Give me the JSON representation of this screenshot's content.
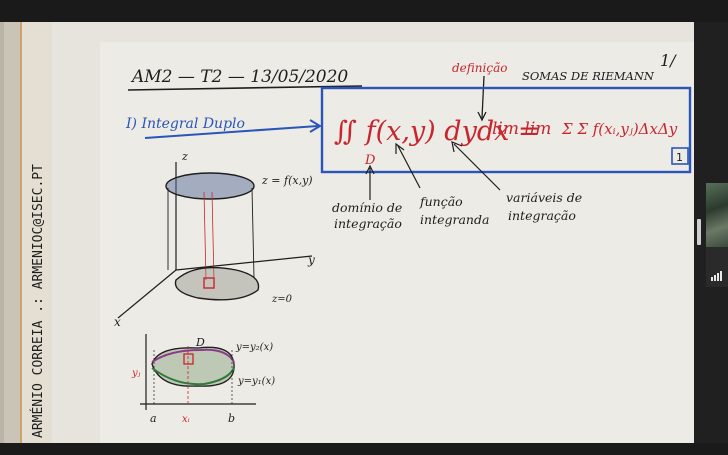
{
  "slide": {
    "heading": "AM2 — T2 — 13/05/2020",
    "page_num": "1/",
    "topic": "I) Integral Duplo",
    "label_definicao": "definição",
    "label_riemann": "SOMAS DE RIEMANN",
    "formula_main": "∬ f(x,y) dydx =",
    "formula_domain": "D",
    "formula_limits": "lim lim",
    "formula_sum": "Σ Σ f(xᵢ,yⱼ)ΔxΔy",
    "formula_box_num": "1",
    "ann_domain_1": "domínio de",
    "ann_domain_2": "integração",
    "ann_func_1": "função",
    "ann_func_2": "integranda",
    "ann_vars_1": "variáveis de",
    "ann_vars_2": "integração",
    "surface_label": "z = f(x,y)",
    "axis_z": "z",
    "axis_y": "y",
    "axis_x": "x",
    "plane_label": "z=0",
    "region_D": "D",
    "curve_top": "y=y₂(x)",
    "curve_bottom": "y=y₁(x)",
    "tick_a": "a",
    "tick_xi": "xᵢ",
    "tick_b": "b",
    "tick_yj": "yⱼ"
  },
  "author_strip": "ARMÉNIO CORREIA .: ARMENIOC@ISEC.PT",
  "colors": {
    "ink_red": "#c8262e",
    "ink_blue": "#2b55b8",
    "ink_black": "#1e1e1e",
    "paper": "#e9e7df"
  }
}
